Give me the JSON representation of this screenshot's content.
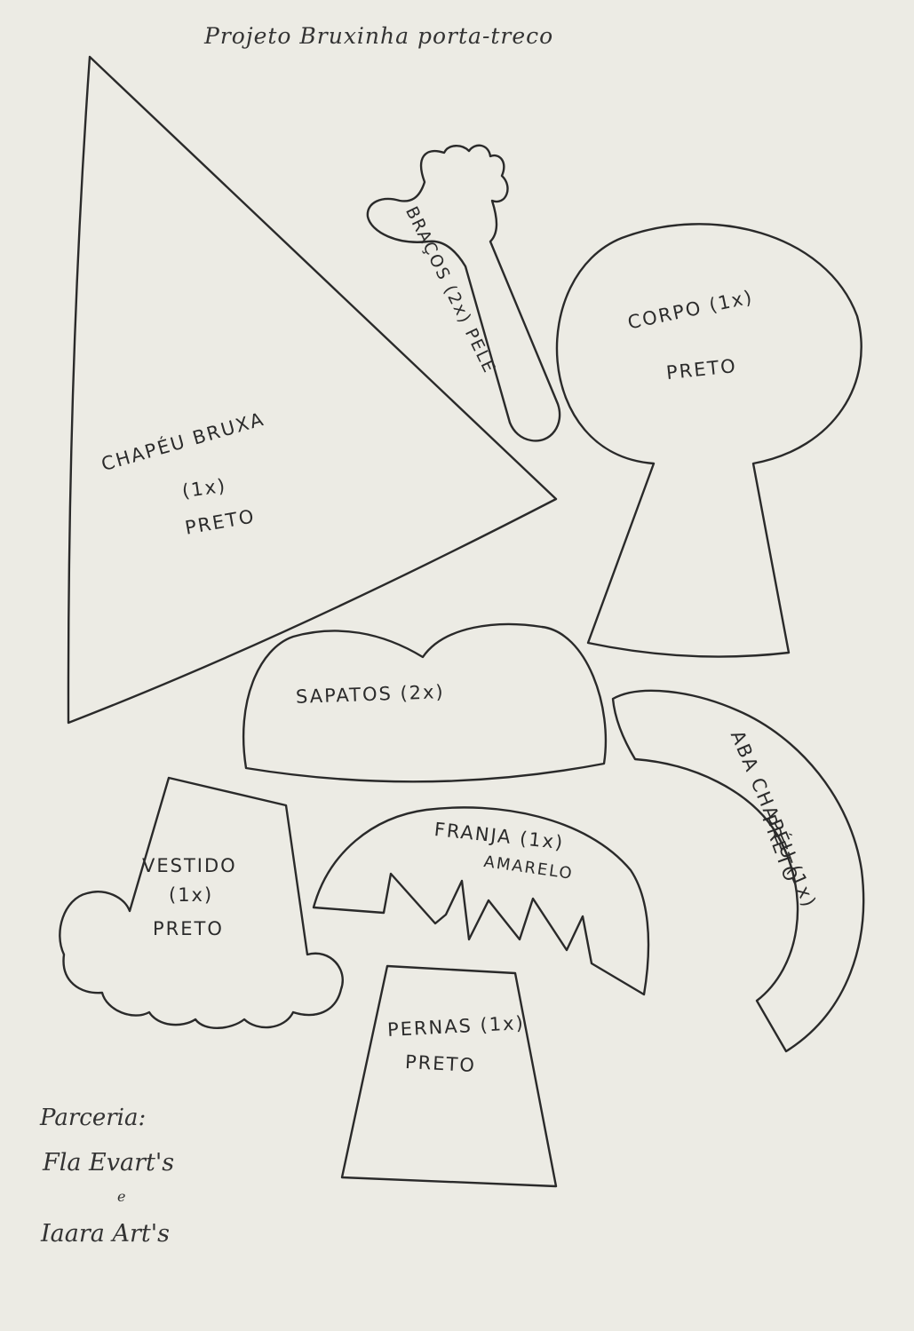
{
  "title": "Projeto Bruxinha porta-treco",
  "pieces": {
    "chapeu": {
      "name": "CHAPÉU BRUXA",
      "qty": "(1x)",
      "color": "PRETO"
    },
    "bracos": {
      "name": "BRAÇOS (2x) PELE"
    },
    "corpo": {
      "name": "CORPO (1x)",
      "color": "PRETO"
    },
    "sapatos": {
      "name": "SAPATOS (2x)"
    },
    "aba": {
      "name": "ABA CHAPÉU (1x)",
      "color": "PRETO"
    },
    "vestido": {
      "name": "VESTIDO",
      "qty": "(1x)",
      "color": "PRETO"
    },
    "franja": {
      "name": "FRANJA (1x)",
      "color": "AMARELO"
    },
    "pernas": {
      "name": "PERNAS (1x)",
      "color": "PRETO"
    }
  },
  "credits": {
    "heading": "Parceria:",
    "line1": "Fla Evart's",
    "conj": "e",
    "line2": "Iaara Art's"
  }
}
